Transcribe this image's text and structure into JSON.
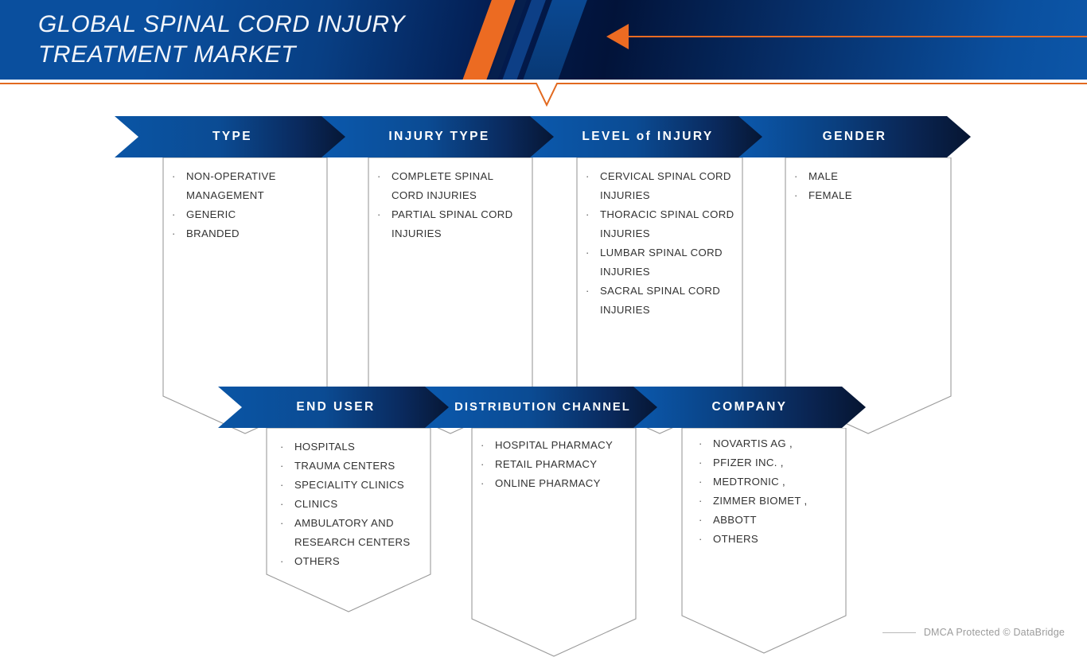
{
  "header": {
    "title": "GLOBAL SPINAL CORD INJURY TREATMENT MARKET",
    "arrow_icon": "left-arrow-icon",
    "accent_color": "#ec6b22",
    "background_color": "#0a4f9e"
  },
  "row1": [
    {
      "id": "type",
      "label": "TYPE",
      "items": [
        "NON-OPERATIVE MANAGEMENT",
        "GENERIC",
        "BRANDED"
      ]
    },
    {
      "id": "injury-type",
      "label": "INJURY TYPE",
      "items": [
        "COMPLETE SPINAL CORD INJURIES",
        "PARTIAL SPINAL CORD INJURIES"
      ]
    },
    {
      "id": "level-of-injury",
      "label": "LEVEL of INJURY",
      "items": [
        "CERVICAL SPINAL CORD INJURIES",
        "THORACIC  SPINAL CORD INJURIES",
        "LUMBAR  SPINAL CORD INJURIES",
        "SACRAL SPINAL CORD INJURIES"
      ]
    },
    {
      "id": "gender",
      "label": "GENDER",
      "items": [
        "MALE",
        "FEMALE"
      ]
    }
  ],
  "row2": [
    {
      "id": "end-user",
      "label": "END USER",
      "items": [
        "HOSPITALS",
        "TRAUMA CENTERS",
        "SPECIALITY CLINICS",
        "CLINICS",
        "AMBULATORY AND RESEARCH CENTERS",
        "OTHERS"
      ]
    },
    {
      "id": "distribution-channel",
      "label": "DISTRIBUTION CHANNEL",
      "items": [
        "HOSPITAL PHARMACY",
        " RETAIL PHARMACY",
        " ONLINE PHARMACY"
      ]
    },
    {
      "id": "company",
      "label": "COMPANY",
      "items": [
        "NOVARTIS AG ,",
        "PFIZER INC. ,",
        "MEDTRONIC ,",
        "ZIMMER BIOMET ,",
        "ABBOTT",
        "OTHERS"
      ]
    }
  ],
  "footer": {
    "text": "DMCA Protected © DataBridge"
  }
}
